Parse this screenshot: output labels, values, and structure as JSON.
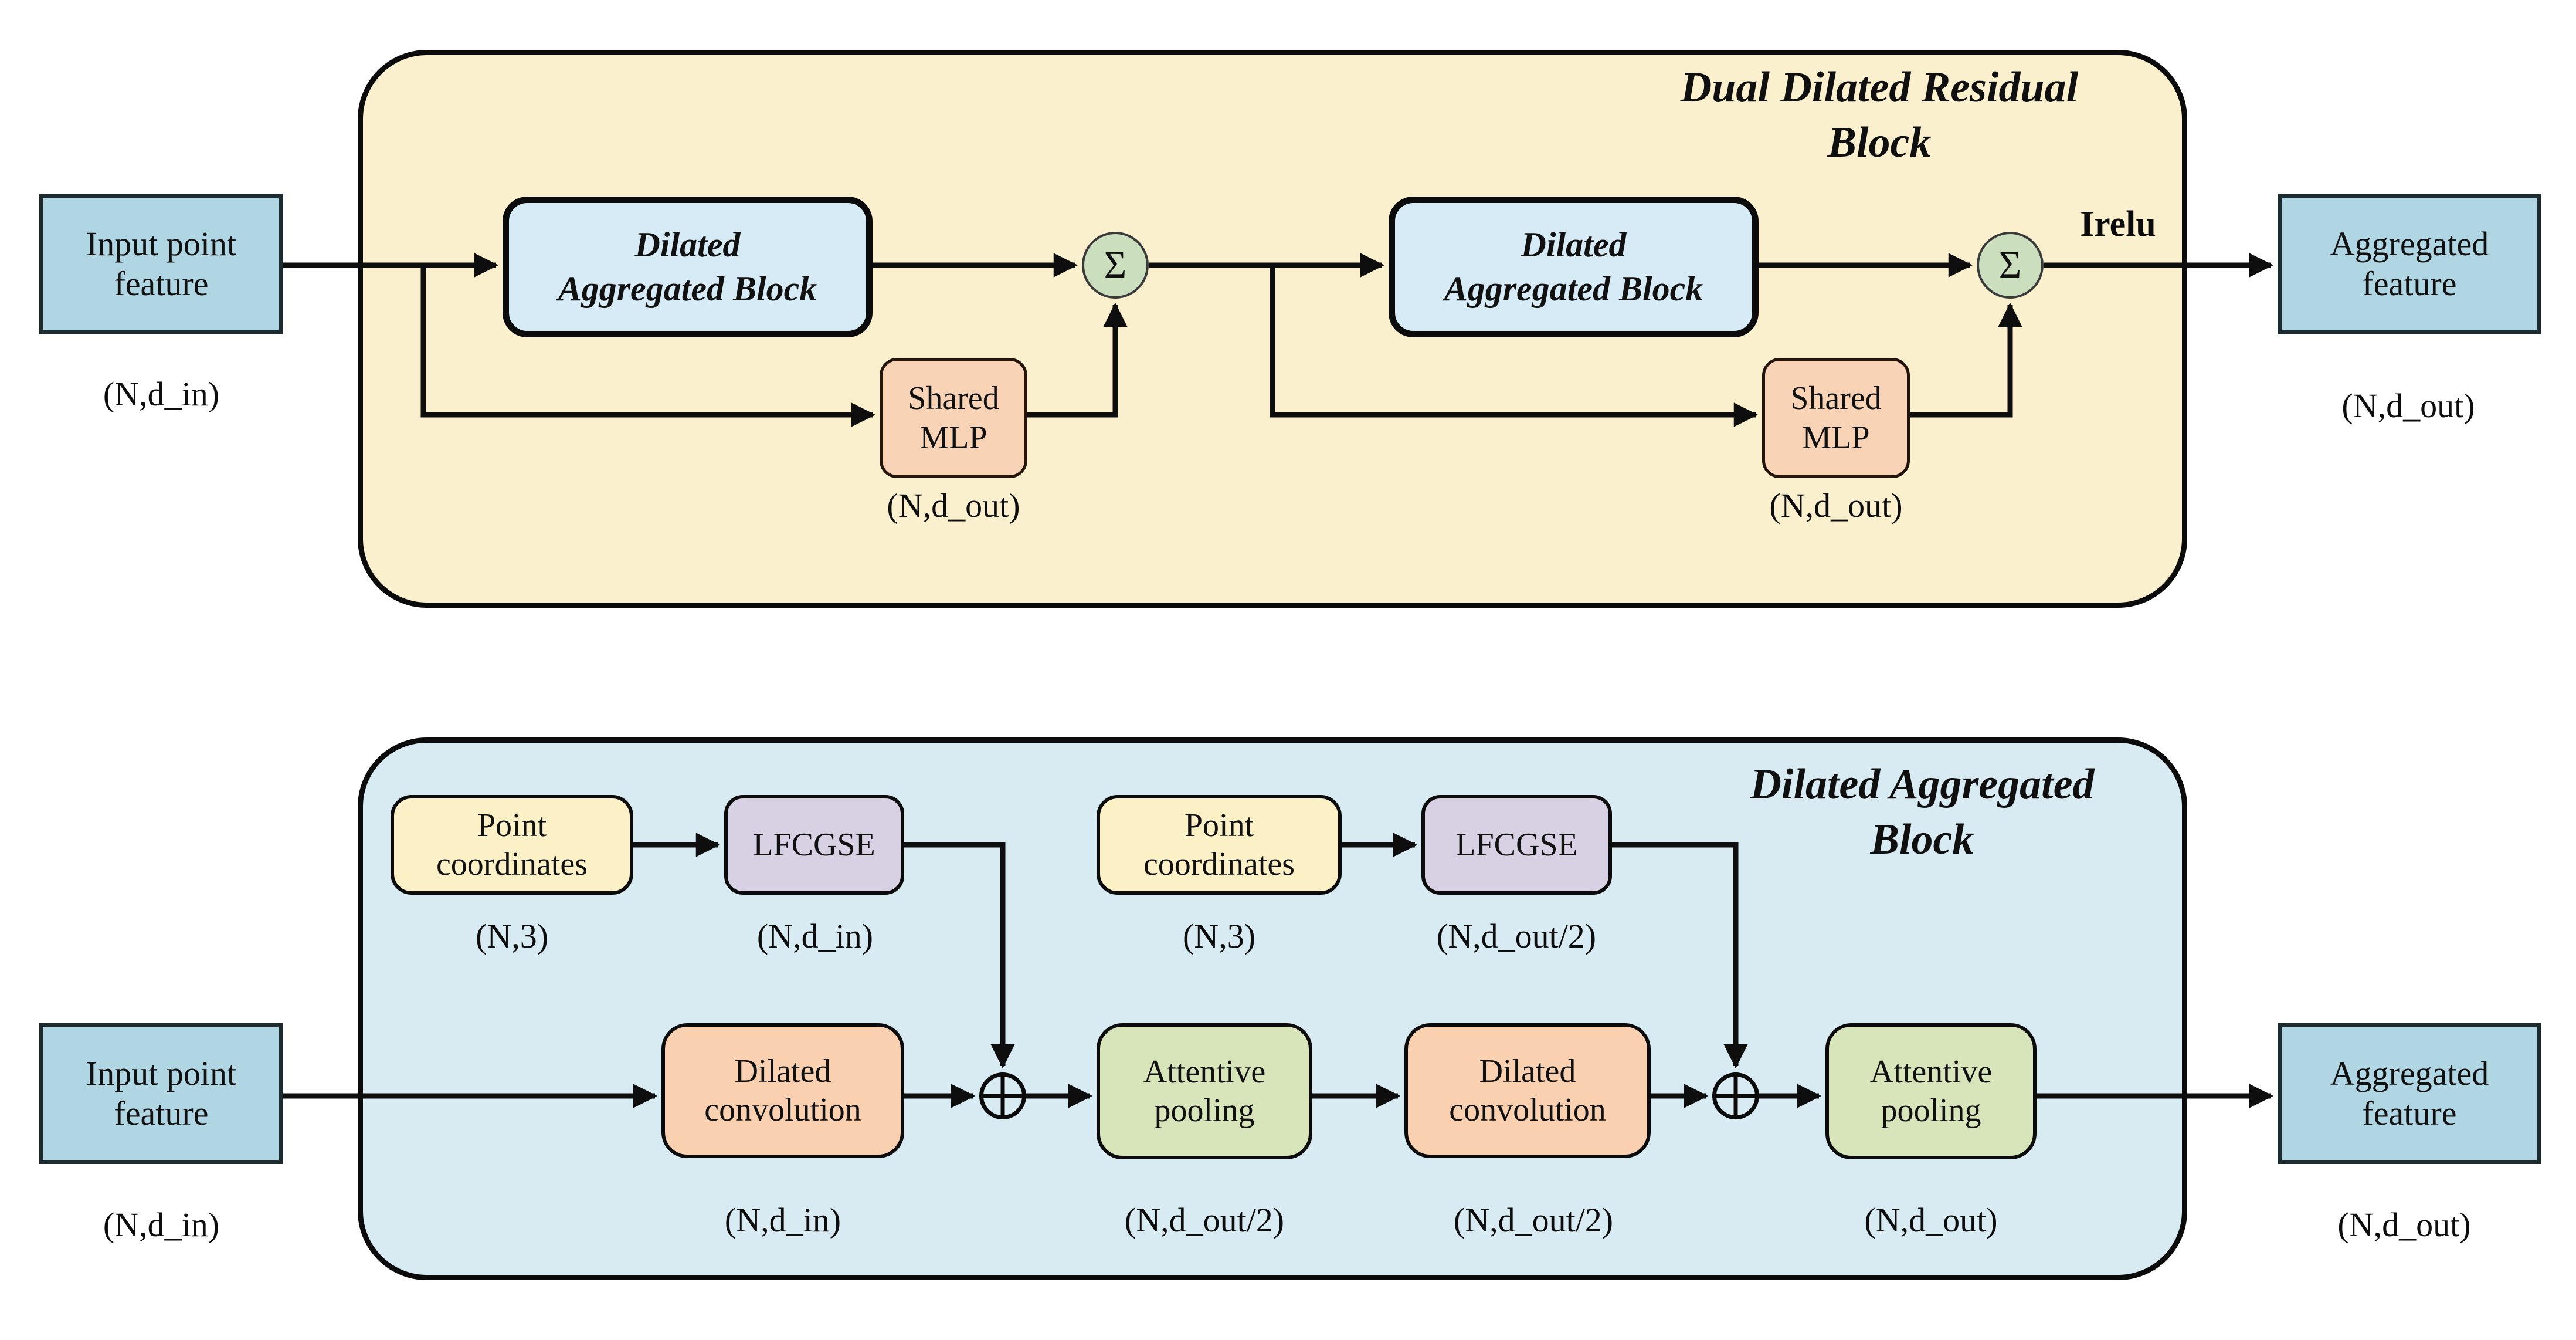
{
  "top_diagram": {
    "title_line1": "Dual Dilated Residual",
    "title_line2": "Block",
    "input_box_label": "Input point feature",
    "input_dim": "(N,d_in)",
    "dab_line1": "Dilated",
    "dab_line2": "Aggregated Block",
    "sigma_symbol": "Σ",
    "shared_mlp_label": "Shared MLP",
    "mlp1_dim": "(N,d_out)",
    "mlp2_dim": "(N,d_out)",
    "irelu_label": "Irelu",
    "output_box_label": "Aggregated feature",
    "output_dim": "(N,d_out)"
  },
  "bottom_diagram": {
    "title_line1": "Dilated Aggregated",
    "title_line2": "Block",
    "input_box_label": "Input point feature",
    "input_dim": "(N,d_in)",
    "point_coords_label": "Point coordinates",
    "pc1_dim": "(N,3)",
    "pc2_dim": "(N,3)",
    "lfcgse_label": "LFCGSE",
    "lfcgse1_dim": "(N,d_in)",
    "lfcgse2_dim": "(N,d_out/2)",
    "dilated_conv_label": "Dilated convolution",
    "conv1_dim": "(N,d_in)",
    "conv2_dim": "(N,d_out/2)",
    "attentive_pool_label": "Attentive pooling",
    "pool1_dim": "(N,d_out/2)",
    "pool2_dim": "(N,d_out)",
    "output_box_label": "Aggregated feature",
    "output_dim": "(N,d_out)"
  },
  "colors": {
    "top_container_fill": "#FAF0CD",
    "bottom_container_fill": "#D8EAF2",
    "io_box_fill": "#B1D6E3",
    "dab_box_fill": "#D6EBF5",
    "sigma_fill": "#CBDFBE",
    "shared_mlp_fill": "#F8D3B6",
    "dilated_conv_fill": "#F9D0B0",
    "point_coords_fill": "#FBF0C6",
    "lfcgse_fill": "#D8D0E3",
    "attentive_pool_fill": "#D8E4BA",
    "line_color": "#0e0e0e"
  }
}
